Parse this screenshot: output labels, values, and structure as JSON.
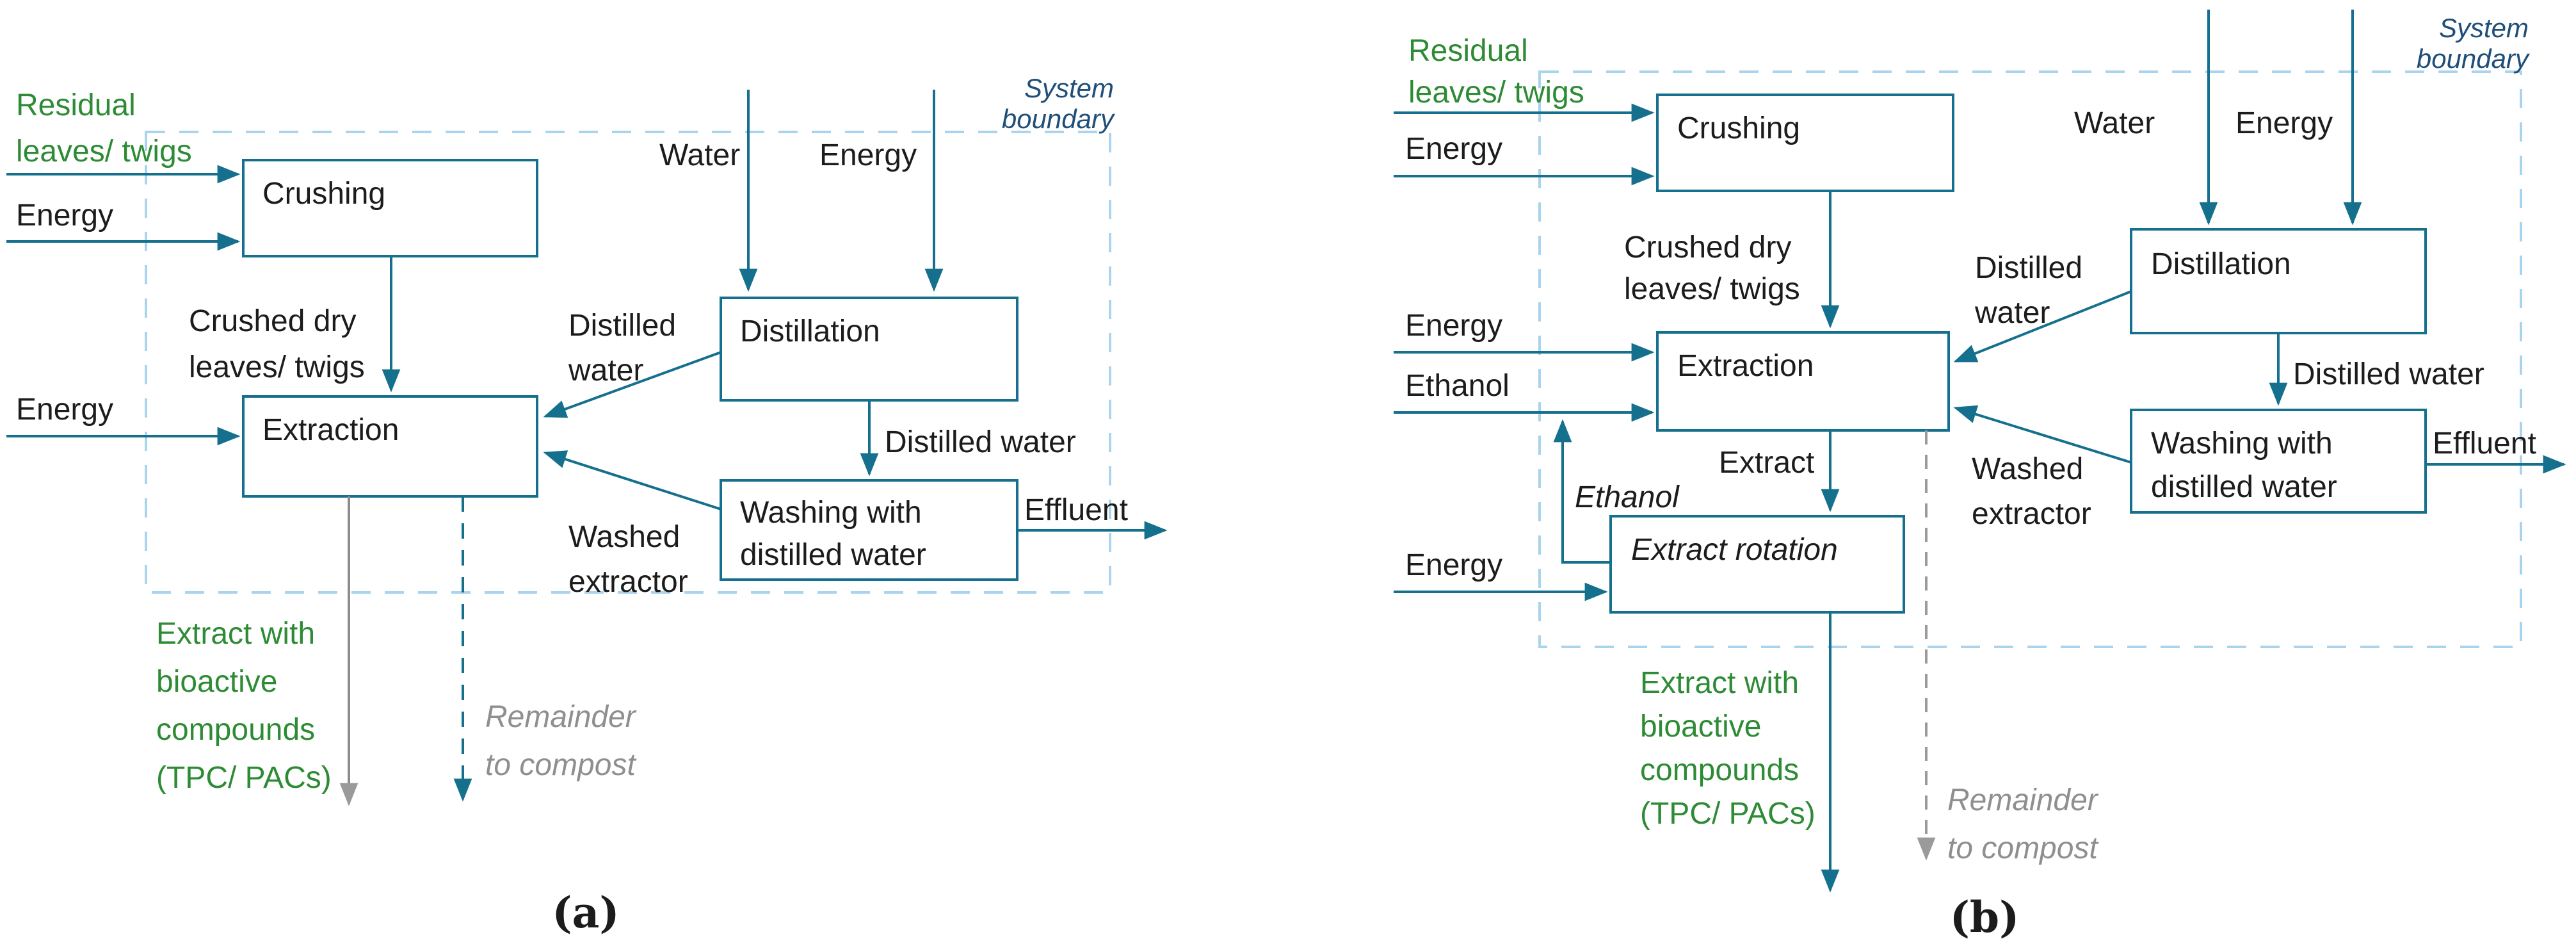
{
  "colors": {
    "teal_lines_boxes": "#15708e",
    "system_boundary_dash": "#aad4ee",
    "green_bio_text": "#2e8b35",
    "gray_compost": "#8f8f8f",
    "navy_boundary_label": "#1f4e79",
    "black_text": "#1c1c1c",
    "background": "#ffffff"
  },
  "panel_a": {
    "caption": "(a)",
    "residual_line1": "Residual",
    "residual_line2": "leaves/ twigs",
    "energy_crushing": "Energy",
    "crushing": "Crushing",
    "crushed_line1": "Crushed dry",
    "crushed_line2": "leaves/ twigs",
    "energy_extraction": "Energy",
    "extraction": "Extraction",
    "water_top": "Water",
    "energy_top": "Energy",
    "system_line1": "System",
    "system_line2": "boundary",
    "distillation": "Distillation",
    "distilled_left_line1": "Distilled",
    "distilled_left_line2": "water",
    "distilled_bottom": "Distilled water",
    "washing_line1": "Washing with",
    "washing_line2": "distilled water",
    "washed_line1": "Washed",
    "washed_line2": "extractor",
    "effluent": "Effluent",
    "extract_out_line1": "Extract with",
    "extract_out_line2": "bioactive",
    "extract_out_line3": "compounds",
    "extract_out_line4": "(TPC/ PACs)",
    "remainder_line1": "Remainder",
    "remainder_line2": "to compost"
  },
  "panel_b": {
    "caption": "(b)",
    "residual_line1": "Residual",
    "residual_line2": "leaves/ twigs",
    "energy_crushing": "Energy",
    "crushing": "Crushing",
    "crushed_line1": "Crushed dry",
    "crushed_line2": "leaves/ twigs",
    "energy_extraction": "Energy",
    "ethanol_input": "Ethanol",
    "extraction": "Extraction",
    "extract_flow": "Extract",
    "ethanol_recycle": "Ethanol",
    "extract_rotation": "Extract rotation",
    "energy_rotation": "Energy",
    "water_top": "Water",
    "energy_top": "Energy",
    "system_line1": "System",
    "system_line2": "boundary",
    "distillation": "Distillation",
    "distilled_left_line1": "Distilled",
    "distilled_left_line2": "water",
    "distilled_bottom": "Distilled water",
    "washing_line1": "Washing with",
    "washing_line2": "distilled water",
    "washed_line1": "Washed",
    "washed_line2": "extractor",
    "effluent": "Effluent",
    "extract_out_line1": "Extract with",
    "extract_out_line2": "bioactive",
    "extract_out_line3": "compounds",
    "extract_out_line4": "(TPC/ PACs)",
    "remainder_line1": "Remainder",
    "remainder_line2": "to compost"
  }
}
